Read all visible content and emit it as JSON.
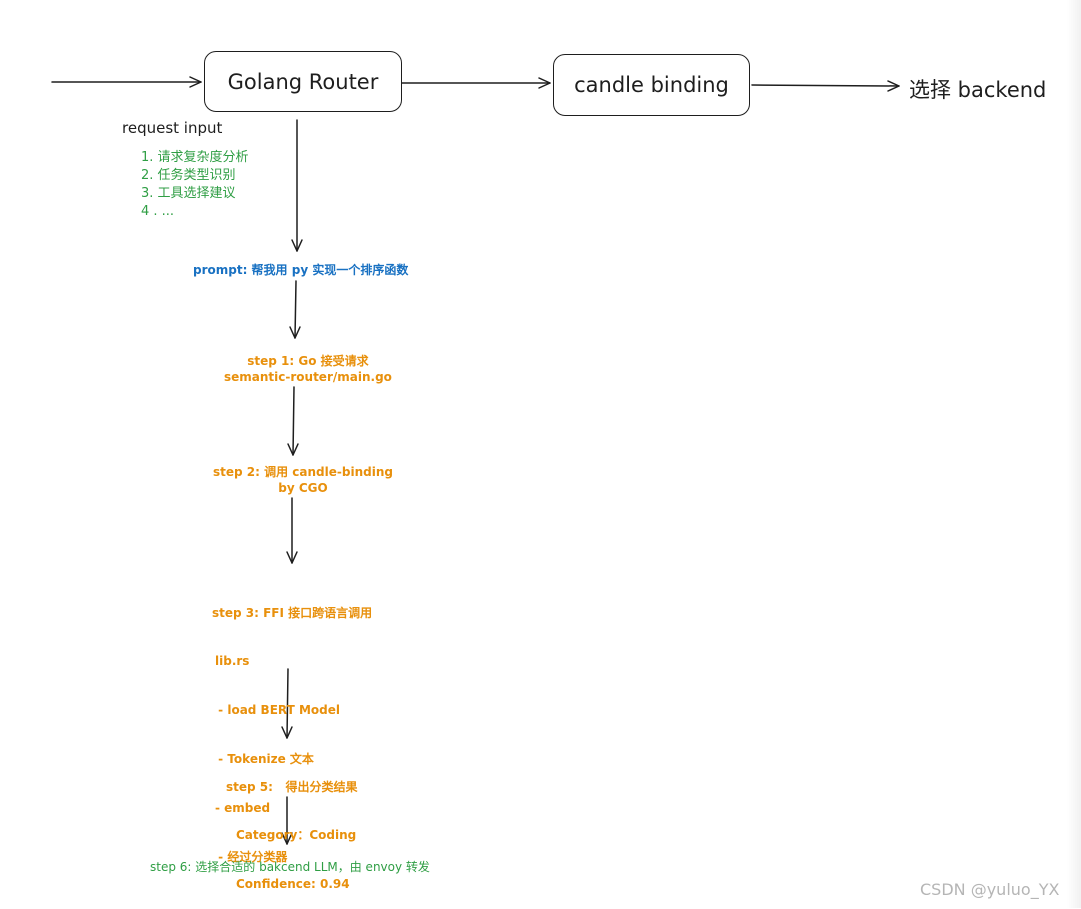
{
  "nodes": {
    "golang_router": "Golang Router",
    "candle_binding": "candle binding",
    "select_backend": "选择 backend"
  },
  "request_input": "request input",
  "analysis_list": [
    "1. 请求复杂度分析",
    "2. 任务类型识别",
    "3. 工具选择建议",
    "4 . ..."
  ],
  "prompt": "prompt: 帮我用 py 实现一个排序函数",
  "step1": [
    "step 1: Go 接受请求",
    "semantic-router/main.go"
  ],
  "step2": [
    "step 2: 调用 candle-binding",
    "by CGO"
  ],
  "step3": [
    "step 3: FFI 接口跨语言调用",
    "lib.rs",
    " - load BERT Model",
    " - Tokenize 文本",
    "- embed",
    " - 经过分类器"
  ],
  "step5": [
    "step 5:   得出分类结果",
    "Category：Coding",
    "Confidence: 0.94"
  ],
  "step6": "step 6: 选择合适的 bakcend LLM，由 envoy 转发",
  "watermark": "CSDN @yuluo_YX",
  "colors": {
    "stroke": "#1e1e1e",
    "orange": "#e8900c",
    "green": "#2f9e44",
    "blue": "#1971c2",
    "watermark": "#b5b5b5"
  }
}
